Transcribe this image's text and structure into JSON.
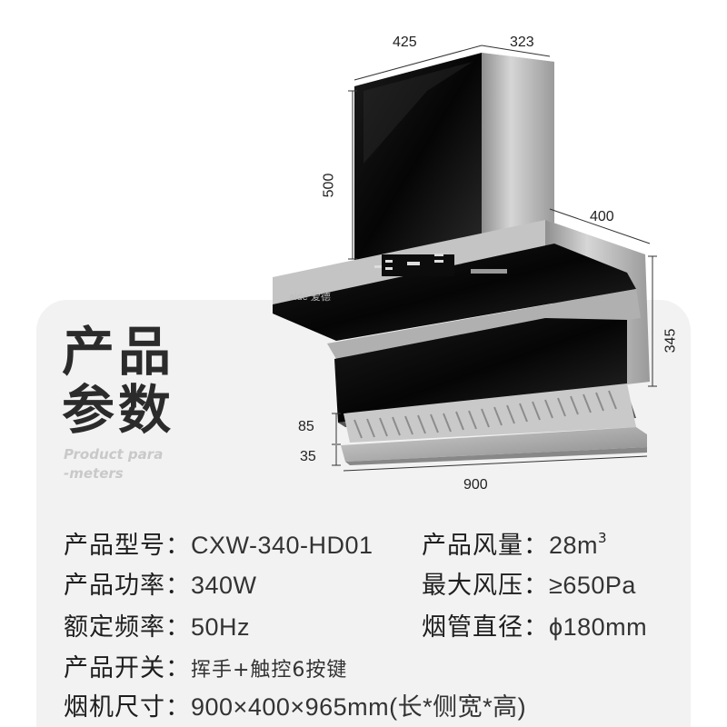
{
  "heading": {
    "line1": "产品",
    "line2": "参数"
  },
  "subtitle": {
    "line1": "Product para",
    "line2": "-meters"
  },
  "brand_logo": "aide 爱德",
  "dimensions": {
    "width_top": "425",
    "depth_top": "323",
    "height_chimney": "500",
    "side_depth": "400",
    "side_height": "345",
    "filter_height": "85",
    "base_height": "35",
    "total_width": "900"
  },
  "specs": {
    "model": {
      "label": "产品型号：",
      "value": "CXW-340-HD01"
    },
    "airflow": {
      "label": "产品风量：",
      "value": "28m",
      "sup": "3"
    },
    "power": {
      "label": "产品功率：",
      "value": "340W"
    },
    "pressure": {
      "label": "最大风压：",
      "value": "≥650Pa"
    },
    "frequency": {
      "label": "额定频率：",
      "value": "50Hz"
    },
    "pipe": {
      "label": "烟管直径：",
      "value": "ϕ180mm"
    },
    "switch": {
      "label": "产品开关：",
      "value": "挥手+触控6按键"
    },
    "size": {
      "label": "烟机尺寸：",
      "value": "900×400×965mm(长*侧宽*高)"
    }
  },
  "colors": {
    "glass": "#0a0a0a",
    "steel": "#b8b8b8",
    "panel": "#f2f2f2"
  }
}
